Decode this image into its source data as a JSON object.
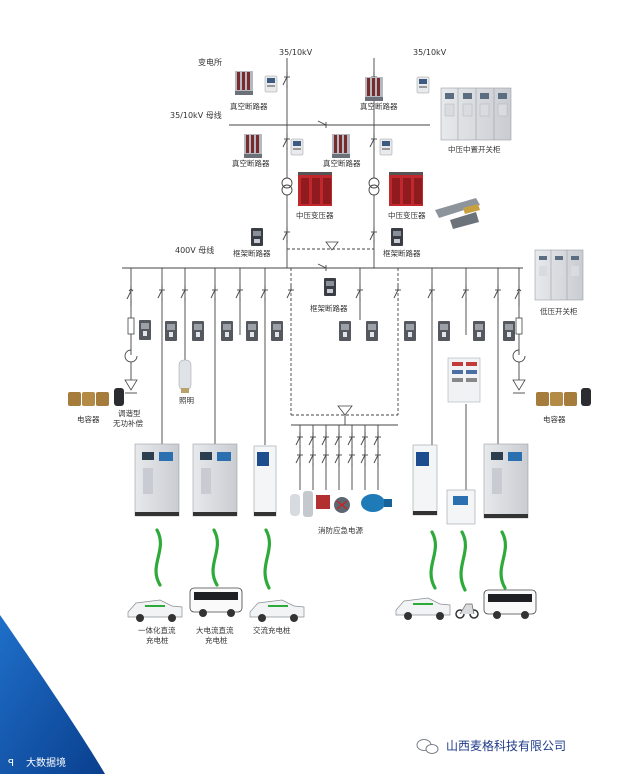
{
  "labels": {
    "voltage_left": "35/10kV",
    "voltage_right": "35/10kV",
    "substation": "变电所",
    "bus_35": "35/10kV 母线",
    "bus_400": "400V 母线",
    "vcb_top_left": "真空断路器",
    "vcb_top_right": "真空断路器",
    "vcb_mid_left": "真空断路器",
    "vcb_mid_right": "真空断路器",
    "mv_switchgear": "中压中置开关柜",
    "mv_transformer_left": "中压变压器",
    "mv_transformer_right": "中压变压器",
    "acb_left": "框架断路器",
    "acb_right": "框架断路器",
    "acb_tie": "框架断路器",
    "lv_switchgear": "低压开关柜",
    "capacitor_left": "电容器",
    "capacitor_right": "电容器",
    "svc_line1": "调谐型",
    "svc_line2": "无功补偿",
    "lighting": "照明",
    "fire_power": "消防应急电源",
    "charger_integrated_1": "一体化直流",
    "charger_integrated_2": "充电桩",
    "charger_highcurrent_1": "大电流直流",
    "charger_highcurrent_2": "充电桩",
    "charger_ac": "交流充电桩"
  },
  "watermark": {
    "company": "山西麦格科技有限公司",
    "brand": "大数据境"
  },
  "colors": {
    "primary_blue": "#1a5fb4",
    "cable_green": "#2eaa3a",
    "transformer_red": "#c0282d",
    "line": "#444444"
  }
}
